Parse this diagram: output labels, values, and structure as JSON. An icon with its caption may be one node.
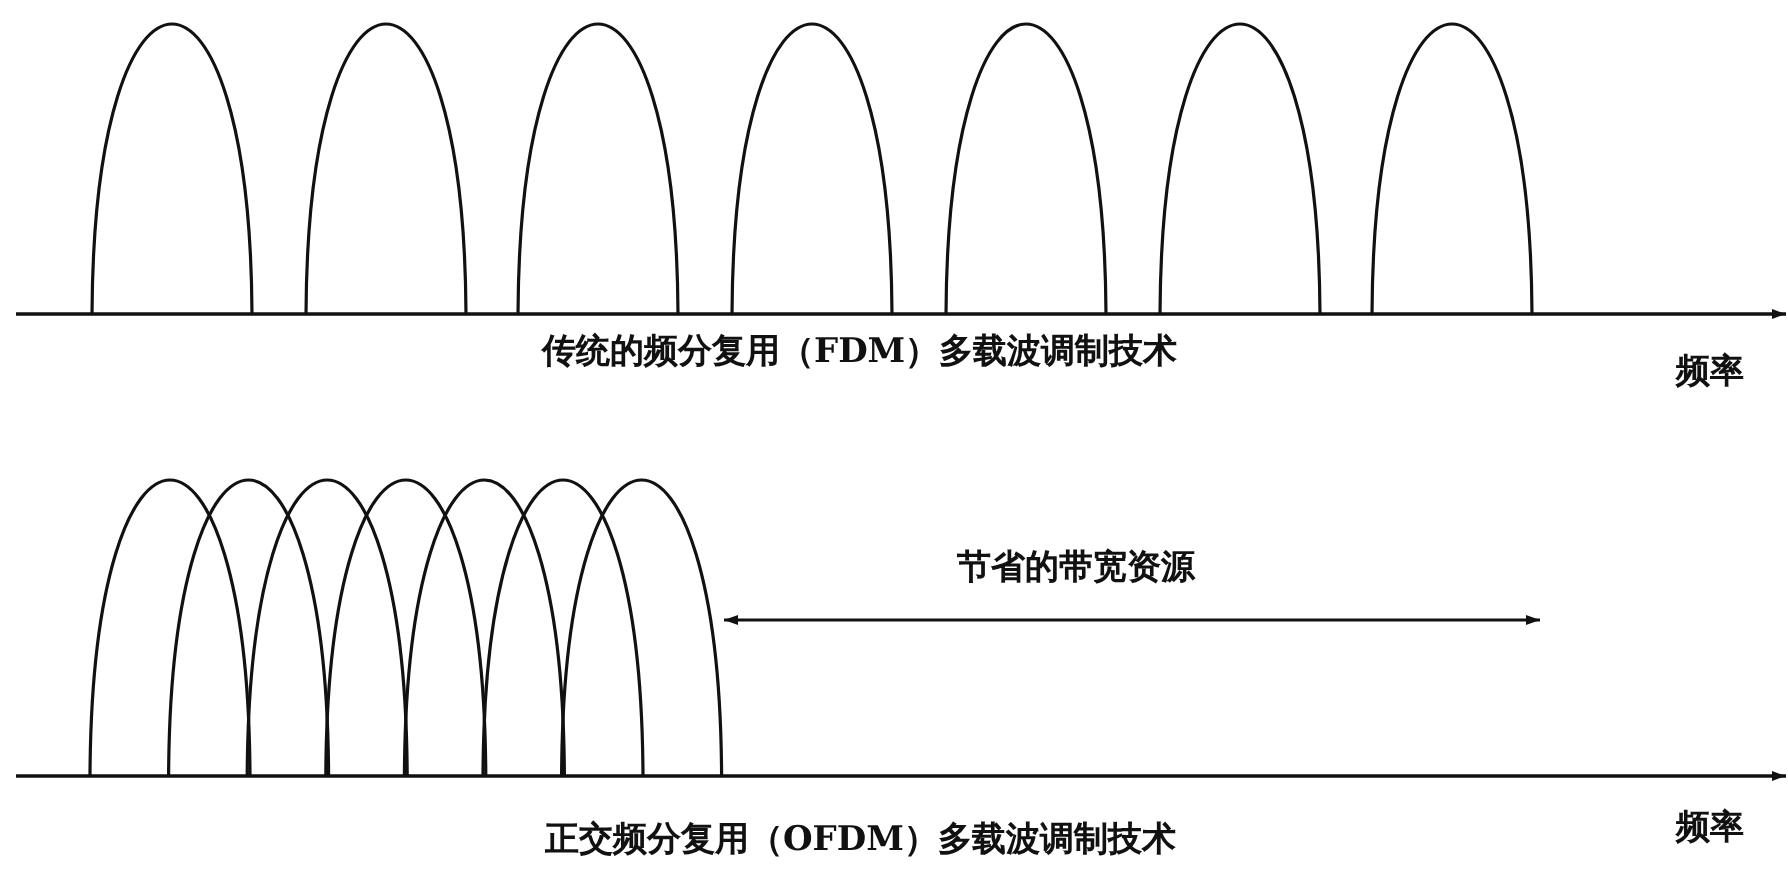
{
  "diagram": {
    "labels": [
      "传统的频分复用（FDM）多载波调制技术",
      "频率",
      "节省的带宽资源",
      "正交频分复用（OFDM）多载波调制技术",
      "频率"
    ]
  }
}
